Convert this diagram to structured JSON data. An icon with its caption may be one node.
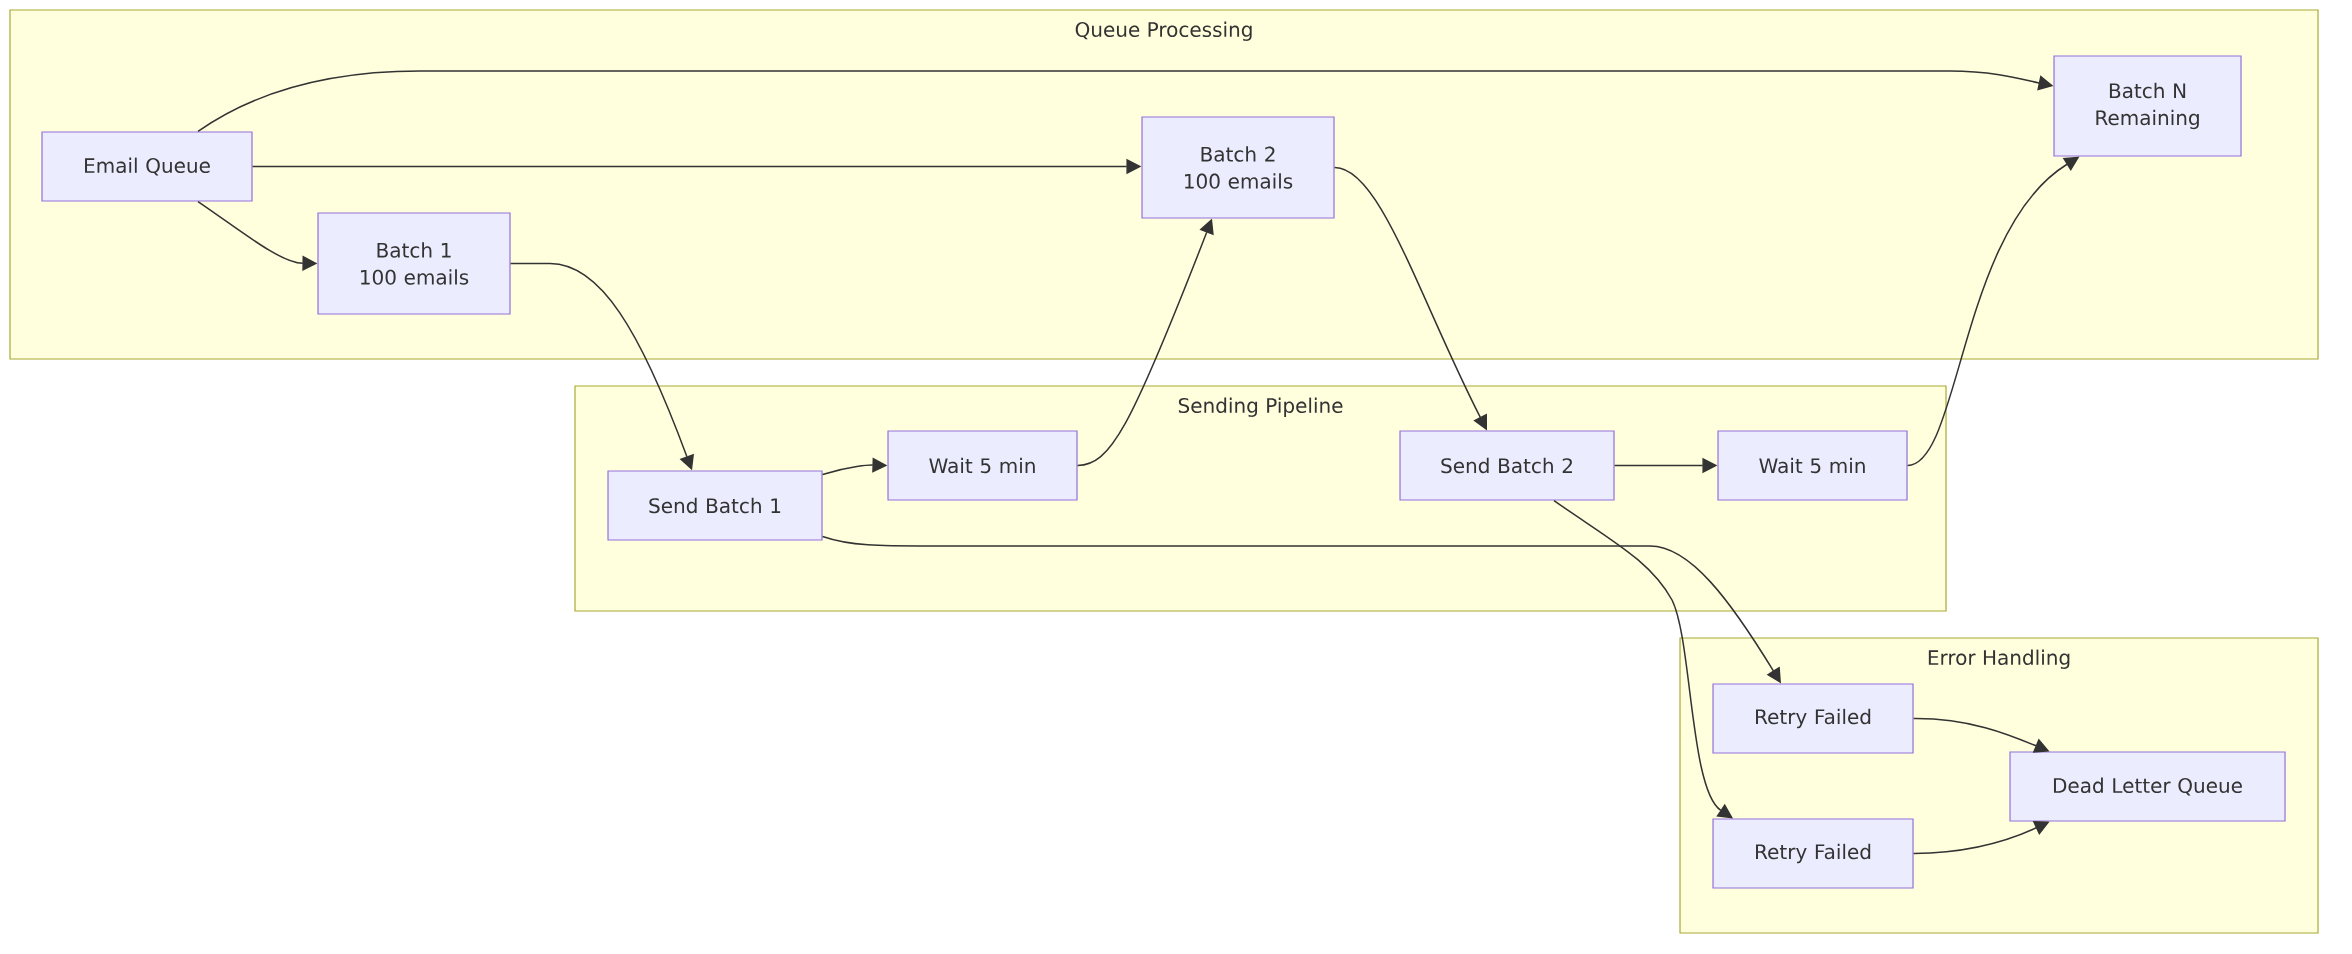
{
  "diagram": {
    "nodes": [
      {
        "text": [
          "Queue Processing"
        ]
      },
      {
        "text": [
          "Email Queue"
        ],
        "in": 0
      },
      {
        "text": [
          "Batch 1 100 emails"
        ],
        "in": 0
      },
      {
        "text": [
          "Batch 2 100 emails"
        ],
        "in": 0
      },
      {
        "text": [
          "Batch N Remaining"
        ],
        "in": 0
      },
      {
        "text": [
          "Sending Pipeline"
        ]
      },
      {
        "text": [
          "Send Batch 1"
        ],
        "in": 5
      },
      {
        "text": [
          "Wait 5 min"
        ],
        "in": 5
      },
      {
        "text": [
          "Send Batch 2"
        ],
        "in": 5
      },
      {
        "text": [
          "Wait 5 min"
        ],
        "in": 5
      },
      {
        "text": [
          "Error Handling"
        ]
      },
      {
        "text": [
          "Retry Failed"
        ],
        "in": 10
      },
      {
        "text": [
          "Retry Failed"
        ],
        "in": 10
      },
      {
        "text": [
          "Dead Letter Queue"
        ],
        "in": 10
      }
    ],
    "edges": [
      {
        "from": 1,
        "to": 4,
        "arrow": "to"
      },
      {
        "from": 1,
        "to": 3,
        "arrow": "to"
      },
      {
        "from": 1,
        "to": 2,
        "arrow": "to"
      },
      {
        "from": 2,
        "to": 6,
        "arrow": "to"
      },
      {
        "from": 6,
        "to": 7,
        "arrow": "to"
      },
      {
        "from": 7,
        "to": 3,
        "arrow": "to"
      },
      {
        "from": 3,
        "to": 8,
        "arrow": "to"
      },
      {
        "from": 8,
        "to": 9,
        "arrow": "to"
      },
      {
        "from": 9,
        "to": 4,
        "arrow": "to"
      },
      {
        "from": 6,
        "to": 11,
        "arrow": "to"
      },
      {
        "from": 8,
        "to": 12,
        "arrow": "to"
      },
      {
        "from": 11,
        "to": 13,
        "arrow": "to"
      },
      {
        "from": 12,
        "to": 13,
        "arrow": "to"
      }
    ]
  }
}
